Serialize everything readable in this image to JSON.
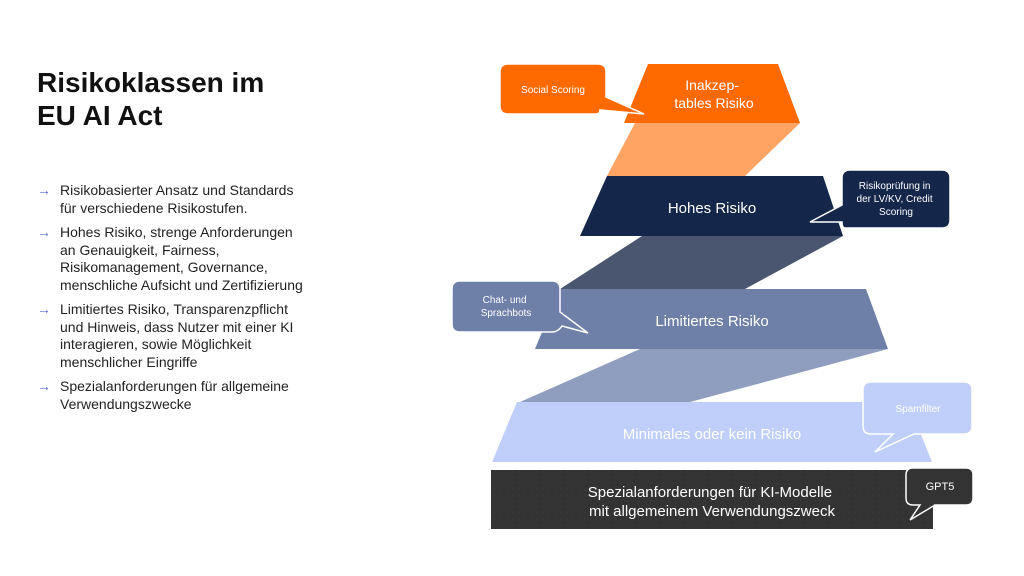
{
  "slide": {
    "title_line1": "Risikoklassen im",
    "title_line2": "EU AI Act",
    "bullets": [
      "Risikobasierter Ansatz und Standards für verschiedene Risikostufen.",
      "Hohes Risiko, strenge Anforderungen an Genauigkeit, Fairness, Risikomanagement, Governance, menschliche Aufsicht und Zertifizierung",
      "Limitiertes Risiko, Transparenzpflicht und Hinweis, dass Nutzer mit einer KI interagieren, sowie Möglichkeit menschlicher Eingriffe",
      "Spezialanforderungen für allgemeine Verwendungszwecke"
    ],
    "bullet_icon": "arrow-right-icon"
  },
  "diagram": {
    "levels": [
      {
        "label_lines": [
          "Inakzep-",
          "tables Risiko"
        ],
        "color": "#ff6a00",
        "connector_color": "#ffa463",
        "callout": {
          "lines": [
            "Social Scoring"
          ],
          "color": "#ff6a00"
        }
      },
      {
        "label_lines": [
          "Hohes Risiko"
        ],
        "color": "#14264a",
        "connector_color": "#4a5670",
        "callout": {
          "lines": [
            "Risikoprüfung in",
            "der LV/KV, Credit",
            "Scoring"
          ],
          "color": "#14264a"
        }
      },
      {
        "label_lines": [
          "Limitiertes Risiko"
        ],
        "color": "#6e7fa8",
        "connector_color": "#8f9ebf",
        "callout": {
          "lines": [
            "Chat- und",
            "Sprachbots"
          ],
          "color": "#6e7fa8"
        }
      },
      {
        "label_lines": [
          "Minimales oder kein Risiko"
        ],
        "color": "#bfcffa",
        "callout": {
          "lines": [
            "Spamfilter"
          ],
          "color": "#bfcffa"
        }
      },
      {
        "label_lines": [
          "Spezialanforderungen für KI-Modelle",
          "mit allgemeinem Verwendungszweck"
        ],
        "color": "#333333",
        "callout": {
          "lines": [
            "GPT5"
          ],
          "color": "#333333"
        }
      }
    ]
  }
}
